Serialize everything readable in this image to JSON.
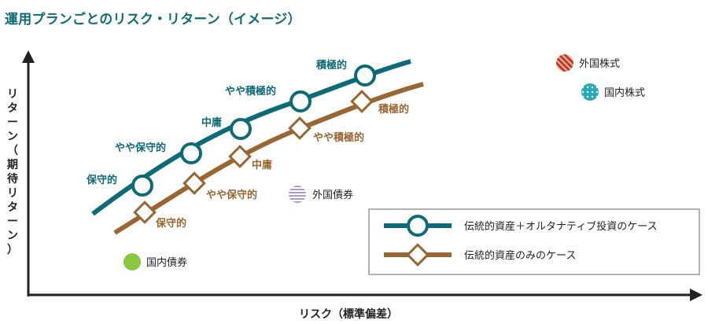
{
  "title": "運用プランごとのリスク・リターン（イメージ）",
  "axes": {
    "x_label": "リスク（標準偏差）",
    "y_label": [
      "リ",
      "タ",
      "ー",
      "ン",
      "（",
      "期",
      "待",
      "リ",
      "タ",
      "ー",
      "ン",
      "）"
    ]
  },
  "series": {
    "alt": {
      "legend": "伝統的資産＋オルタナティブ投資のケース",
      "color": "#0d6b78",
      "points": [
        {
          "label": "保守的"
        },
        {
          "label": "やや保守的"
        },
        {
          "label": "中庸"
        },
        {
          "label": "やや積極的"
        },
        {
          "label": "積極的"
        }
      ]
    },
    "trad": {
      "legend": "伝統的資産のみのケース",
      "color": "#9b6531",
      "points": [
        {
          "label": "保守的"
        },
        {
          "label": "やや保守的"
        },
        {
          "label": "中庸"
        },
        {
          "label": "やや積極的"
        },
        {
          "label": "積極的"
        }
      ]
    }
  },
  "assets": {
    "foreign_stock": {
      "label": "外国株式",
      "color": "#c0392b"
    },
    "domestic_stock": {
      "label": "国内株式",
      "color": "#2aa8b8"
    },
    "foreign_bond": {
      "label": "外国債券",
      "color": "#a99cc7"
    },
    "domestic_bond": {
      "label": "国内債券",
      "color": "#8cc63f"
    }
  },
  "legend_title": ""
}
